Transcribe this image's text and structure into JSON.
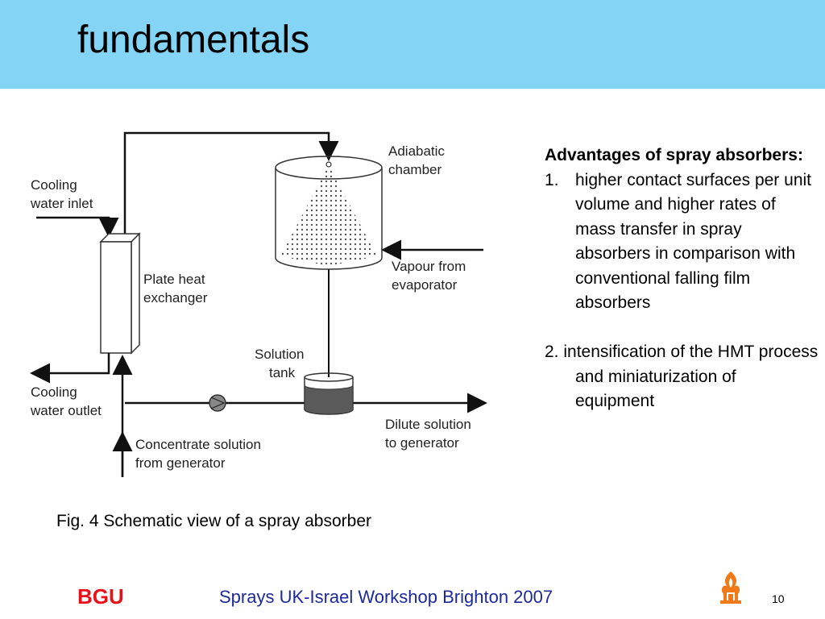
{
  "slide": {
    "title": "fundamentals",
    "caption": "Fig. 4 Schematic view of a spray absorber"
  },
  "diagram": {
    "labels": {
      "cooling_inlet_1": "Cooling",
      "cooling_inlet_2": "water inlet",
      "plate_heat_1": "Plate heat",
      "plate_heat_2": "exchanger",
      "cooling_outlet_1": "Cooling",
      "cooling_outlet_2": "water outlet",
      "adiabatic_1": "Adiabatic",
      "adiabatic_2": "chamber",
      "vapour_1": "Vapour from",
      "vapour_2": "evaporator",
      "solution_1": "Solution",
      "solution_2": "tank",
      "dilute_1": "Dilute solution",
      "dilute_2": "to generator",
      "concentrate_1": "Concentrate solution",
      "concentrate_2": "from generator"
    }
  },
  "advantages": {
    "heading": "Advantages of spray absorbers:",
    "item1_number": "1.",
    "item1_text": "higher contact surfaces per unit volume and higher rates of mass transfer in spray absorbers in comparison with conventional falling film absorbers",
    "item2_text": "2. intensification of the HMT process and miniaturization of equipment"
  },
  "footer": {
    "bgu": "BGU",
    "workshop": "Sprays UK-Israel Workshop Brighton 2007",
    "page_number": "10"
  },
  "colors": {
    "header_bg": "#84d4f6",
    "bgu_red": "#e8101a",
    "footer_blue": "#1d2a9c",
    "logo_orange": "#f07a18"
  }
}
